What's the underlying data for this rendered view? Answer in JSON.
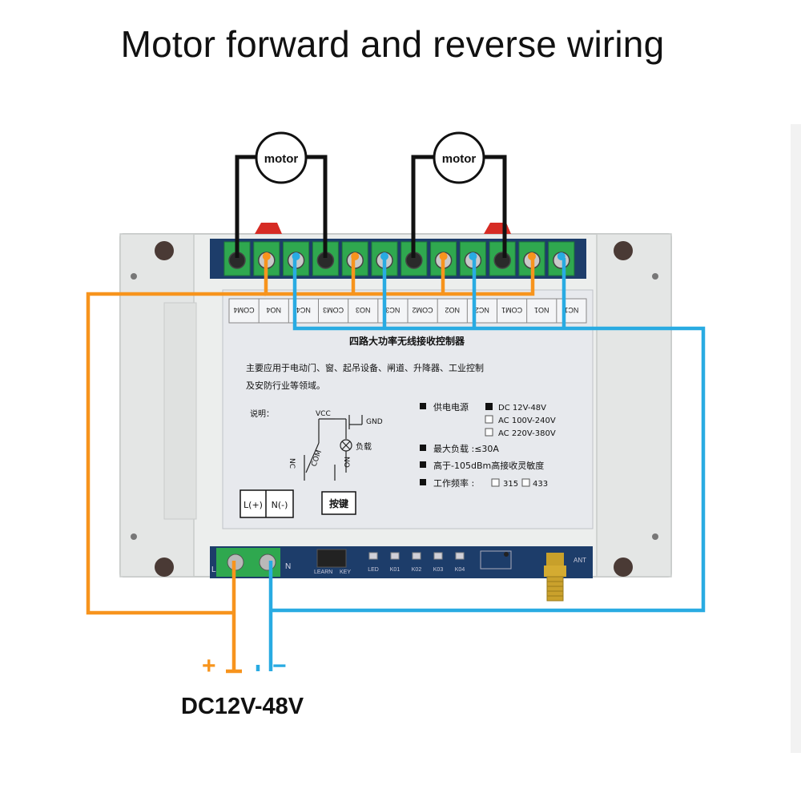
{
  "title": "Motor forward and reverse wiring",
  "motors": [
    "motor",
    "motor"
  ],
  "terminals_top": [
    "COM4",
    "NO4",
    "NC4",
    "COM3",
    "NO3",
    "NC3",
    "COM2",
    "NO2",
    "NC2",
    "COM1",
    "NO1",
    "NC1"
  ],
  "panel": {
    "heading": "四路大功率无线接收控制器",
    "desc_line1": "主要应用于电动门、窗、起吊设备、闸道、升降器、工业控制",
    "desc_line2": "及安防行业等领域。",
    "instructions": "说明：",
    "vcc": "VCC",
    "gnd": "GND",
    "load": "负载",
    "nc": "NC",
    "com": "COM",
    "no": "NO",
    "power_label": "供电电源",
    "power_opt1": "DC 12V-48V",
    "power_opt2": "AC 100V-240V",
    "power_opt3": "AC 220V-380V",
    "max_load": "最大负载 :≤30A",
    "sensitivity": "高于-105dBm高接收灵敏度",
    "freq_label": "工作频率 :",
    "freq1": "315",
    "freq2": "433",
    "l_label": "L(+)",
    "n_label": "N(-)",
    "key_label": "按键"
  },
  "bottom_labels": {
    "l": "L",
    "n": "N",
    "learn": "LEARN",
    "key": "KEY",
    "led": "LED",
    "k1": "K01",
    "k2": "K02",
    "k3": "K03",
    "k4": "K04",
    "ant": "ANT"
  },
  "supply": {
    "plus": "+",
    "minus": "−",
    "voltage": "DC12V-48V"
  },
  "colors": {
    "positive_wire": "#f7941d",
    "negative_wire": "#29abe2",
    "motor_wire": "#111111",
    "case": "#e9ebea",
    "terminal": "#2fa84f",
    "panel": "#e6e8ec"
  }
}
